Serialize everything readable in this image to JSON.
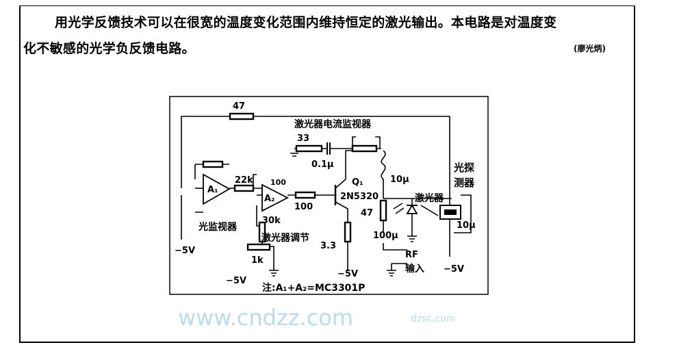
{
  "text": {
    "line1": "用光学反馈技术可以在很宽的温度变化范围内维持恒定的激光输出。本电路是对温度变",
    "line2": "化不敏感的光学负反馈电路。",
    "author": "(廖光炳)"
  },
  "diagram": {
    "labels": {
      "r47_top": "47",
      "laser_current_monitor": "激光器电流监视器",
      "r33": "33",
      "c01": "0.1μ",
      "a1": "A₁",
      "a2": "A₂",
      "r22k": "22k",
      "r100b": "100",
      "r100": "100",
      "q1": "Q₁",
      "transistor": "2N5320",
      "l10u": "10μ",
      "photodetector1": "光探",
      "photodetector2": "测器",
      "laser": "激光器",
      "r47": "47",
      "c100u": "100μ",
      "c10u": "10μ",
      "light_monitor": "光监视器",
      "r30k": "30k",
      "laser_adjust": "激光器调节",
      "r33b": "3.3",
      "r1k": "1k",
      "rf": "RF",
      "input": "输入",
      "vneg_left": "−5V",
      "vneg_pot": "−5V",
      "vneg_emitter": "−5V",
      "vneg_right": "−5V",
      "note": "注:A₁+A₂=MC3301P"
    },
    "watermark": "www.cndzz.com",
    "watermark2": "dzsc.com"
  }
}
